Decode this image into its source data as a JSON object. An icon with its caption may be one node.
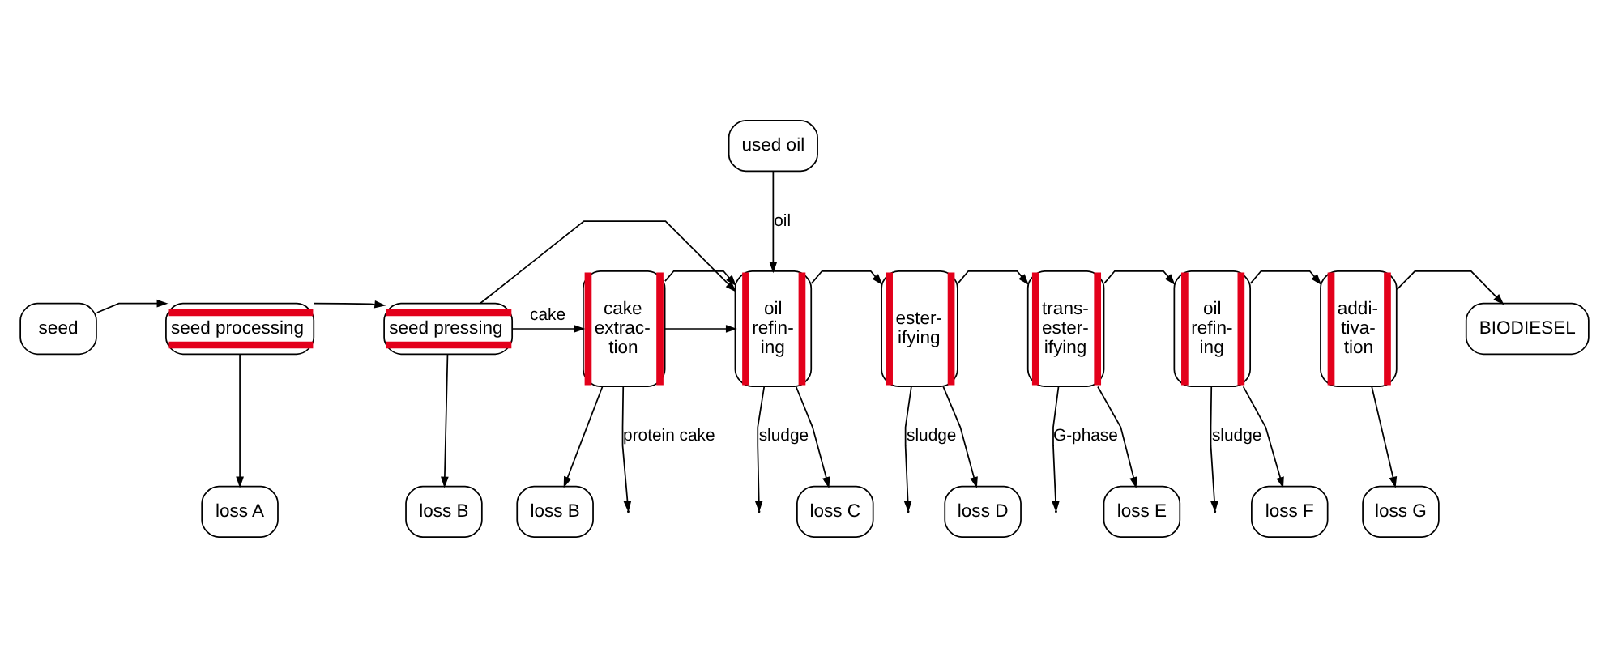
{
  "diagram": {
    "nodes": [
      {
        "text": [
          "used oil"
        ]
      },
      {
        "text": [
          "seed"
        ]
      },
      {
        "text": [
          "seed processing"
        ]
      },
      {
        "text": [
          "seed pressing"
        ]
      },
      {
        "text": [
          "cake extrac-tion"
        ]
      },
      {
        "text": [
          "oil refin-ing"
        ]
      },
      {
        "text": [
          "ester-ifying"
        ]
      },
      {
        "text": [
          "trans-ester-ifying"
        ]
      },
      {
        "text": [
          "oil refin-ing"
        ]
      },
      {
        "text": [
          "addi-tiva-tion"
        ]
      },
      {
        "text": [
          "BIODIESEL"
        ]
      },
      {
        "text": [
          "loss A"
        ]
      },
      {
        "text": [
          "loss B"
        ]
      },
      {
        "text": [
          "loss B"
        ]
      },
      {
        "text": [
          "loss C"
        ]
      },
      {
        "text": [
          "loss D"
        ]
      },
      {
        "text": [
          "loss E"
        ]
      },
      {
        "text": [
          "loss F"
        ]
      },
      {
        "text": [
          "loss G"
        ]
      }
    ],
    "edges": [
      {
        "from": 0,
        "to": 5,
        "arrow": "to",
        "label": "oil"
      },
      {
        "from": 3,
        "to": 5,
        "arrow": "to"
      },
      {
        "from": 4,
        "to": 5,
        "arrow": "to"
      },
      {
        "from": 1,
        "to": 2,
        "arrow": "to"
      },
      {
        "from": 2,
        "to": 3,
        "arrow": "to"
      },
      {
        "from": 3,
        "to": 4,
        "arrow": "to",
        "label": "cake"
      },
      {
        "from": 4,
        "to": 5,
        "arrow": "to"
      },
      {
        "from": 5,
        "to": 6,
        "arrow": "to"
      },
      {
        "from": 6,
        "to": 7,
        "arrow": "to"
      },
      {
        "from": 7,
        "to": 8,
        "arrow": "to"
      },
      {
        "from": 8,
        "to": 9,
        "arrow": "to"
      },
      {
        "from": 9,
        "to": 10,
        "arrow": "to"
      },
      {
        "from": 4,
        "to": null,
        "arrow": "to",
        "label": "protein cake"
      },
      {
        "from": 5,
        "to": null,
        "arrow": "to",
        "label": "sludge"
      },
      {
        "from": 6,
        "to": null,
        "arrow": "to",
        "label": "sludge"
      },
      {
        "from": 7,
        "to": null,
        "arrow": "to",
        "label": "G-phase"
      },
      {
        "from": 8,
        "to": null,
        "arrow": "to",
        "label": "sludge"
      },
      {
        "from": 2,
        "to": 11,
        "arrow": "to"
      },
      {
        "from": 3,
        "to": 12,
        "arrow": "to"
      },
      {
        "from": 4,
        "to": 13,
        "arrow": "to"
      },
      {
        "from": 5,
        "to": 14,
        "arrow": "to"
      },
      {
        "from": 6,
        "to": 15,
        "arrow": "to"
      },
      {
        "from": 7,
        "to": 16,
        "arrow": "to"
      },
      {
        "from": 8,
        "to": 17,
        "arrow": "to"
      },
      {
        "from": 9,
        "to": 18,
        "arrow": "to"
      }
    ]
  }
}
